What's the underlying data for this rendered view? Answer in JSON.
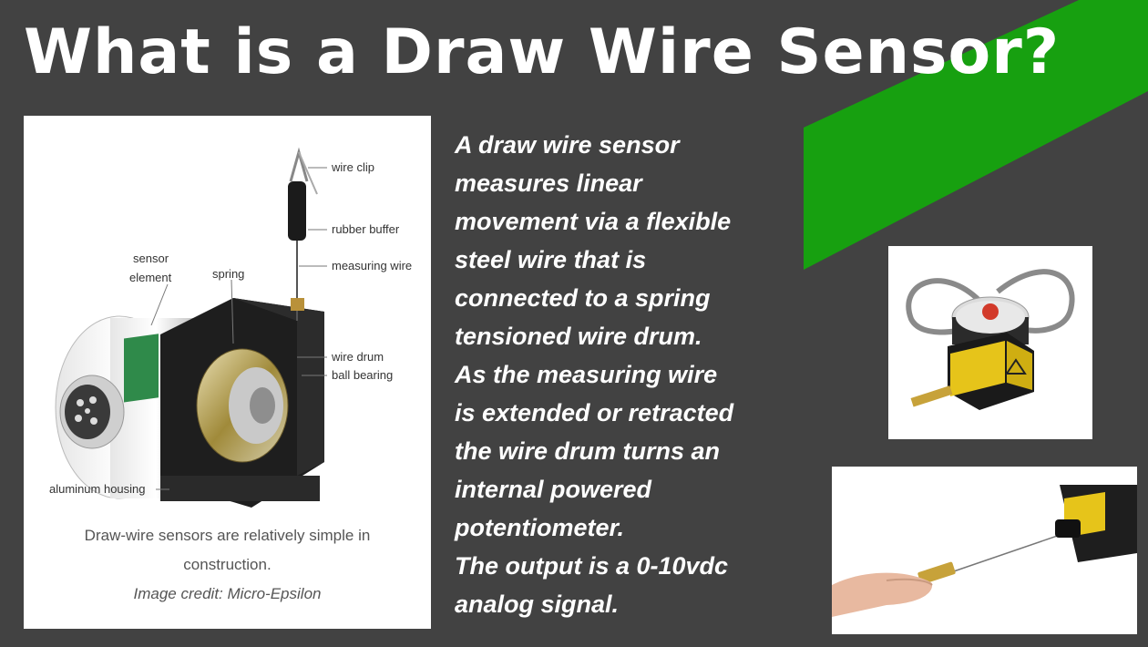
{
  "slide": {
    "title": "What is a Draw Wire Sensor?",
    "colors": {
      "background": "#424242",
      "accent_green": "#17a010",
      "text": "#ffffff"
    }
  },
  "figure": {
    "labels": {
      "wire_clip": "wire clip",
      "rubber_buffer": "rubber buffer",
      "measuring_wire": "measuring wire",
      "sensor_element_1": "sensor",
      "sensor_element_2": "element",
      "spring": "spring",
      "wire_drum": "wire drum",
      "ball_bearing": "ball bearing",
      "aluminum_housing": "aluminum housing"
    },
    "caption_line1": "Draw-wire sensors are relatively simple in",
    "caption_line2": "construction.",
    "credit": "Image credit: Micro-Epsilon"
  },
  "body": {
    "lines": [
      "A draw wire sensor",
      "measures linear",
      "movement via a flexible",
      "steel wire that is",
      "connected to a spring",
      "tensioned wire drum.",
      "As the measuring wire",
      "is extended or retracted",
      "the wire drum turns an",
      "internal powered",
      "potentiometer.",
      "The output is a 0-10vdc",
      "analog signal."
    ]
  }
}
